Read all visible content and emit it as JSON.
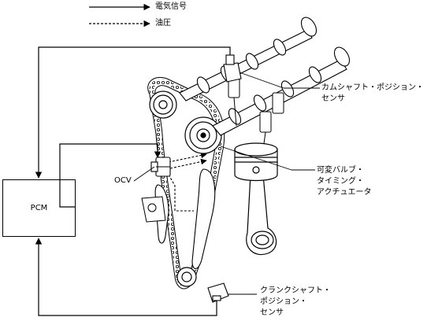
{
  "legend": {
    "electric_signal": "電気信号",
    "oil_pressure": "油圧"
  },
  "pcm": {
    "label": "PCM"
  },
  "callouts": {
    "ocv": "OCV",
    "camshaft_sensor_line1": "カムシャフト・ポジション・",
    "camshaft_sensor_line2": "センサ",
    "vvt_actuator_line1": "可変バルブ・",
    "vvt_actuator_line2": "タイミング・",
    "vvt_actuator_line3": "アクチュエータ",
    "crank_sensor_line1": "クランクシャフト・",
    "crank_sensor_line2": "ポジション・",
    "crank_sensor_line3": "センサ"
  }
}
